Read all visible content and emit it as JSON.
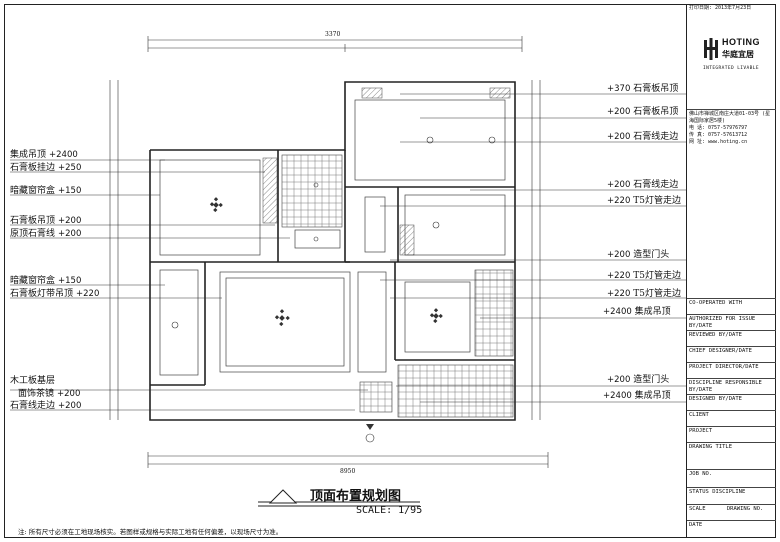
{
  "header_stamp": "打印日期: 2013年7月23日",
  "drawing": {
    "title": "顶面布置规划图",
    "scale": "SCALE: 1/95",
    "note": "注: 所有尺寸必须在工地现场核实。若图样或规格与实际工地有任何偏差，以现场尺寸为准。",
    "top_dim": "3370",
    "bottom_dim": "8950",
    "left_labels": [
      {
        "text": "集成吊顶",
        "value": "+2400"
      },
      {
        "text": "石膏板挂边",
        "value": "+250"
      },
      {
        "text": "暗藏窗帘盒",
        "value": "+150"
      },
      {
        "text": "石膏板吊顶",
        "value": "+200"
      },
      {
        "text": "原顶石膏线",
        "value": "+200"
      },
      {
        "text": "暗藏窗帘盒",
        "value": "+150"
      },
      {
        "text": "石膏板灯带吊顶",
        "value": "+220"
      },
      {
        "text": "木工板基层",
        "value": ""
      },
      {
        "text": "面饰茶镜",
        "value": "+200"
      },
      {
        "text": "石膏线走边",
        "value": "+200"
      }
    ],
    "right_labels": [
      {
        "text": "石膏板吊顶",
        "value": "+370"
      },
      {
        "text": "石膏板吊顶",
        "value": "+200"
      },
      {
        "text": "石膏线走边",
        "value": "+200"
      },
      {
        "text": "石膏线走边",
        "value": "+200"
      },
      {
        "text": "T5灯管走边",
        "value": "+220"
      },
      {
        "text": "造型门头",
        "value": "+200"
      },
      {
        "text": "T5灯管走边",
        "value": "+220"
      },
      {
        "text": "T5灯管走边",
        "value": "+220"
      },
      {
        "text": "集成吊顶",
        "value": "+2400"
      },
      {
        "text": "造型门头",
        "value": "+200"
      },
      {
        "text": "集成吊顶",
        "value": "+2400"
      }
    ]
  },
  "title_block": {
    "brand": "HOTING",
    "brand_cn": "华庭宜居",
    "tagline": "INTEGRATED LIVABLE",
    "address": "佛山市禅城区南庄大道01-03号 (星海国际家居5楼)",
    "tel": "电 话: 0757-57976797",
    "fax": "传 真: 0757-57613712",
    "web": "网 址: www.hoting.cn",
    "rows": [
      "CO-OPERATED WITH",
      "AUTHORIZED FOR ISSUE BY/DATE",
      "REVIEWED BY/DATE",
      "CHIEF DESIGNER/DATE",
      "PROJECT DIRECTOR/DATE",
      "DISCIPLINE RESPONSIBLE BY/DATE",
      "DESIGNED BY/DATE",
      "CLIENT",
      "PROJECT",
      "DRAWING TITLE",
      "JOB NO.",
      "STATUS",
      "SCALE",
      "DATE"
    ],
    "status_value": "DISCIPLINE",
    "drawing_no_label": "DRAWING NO."
  }
}
